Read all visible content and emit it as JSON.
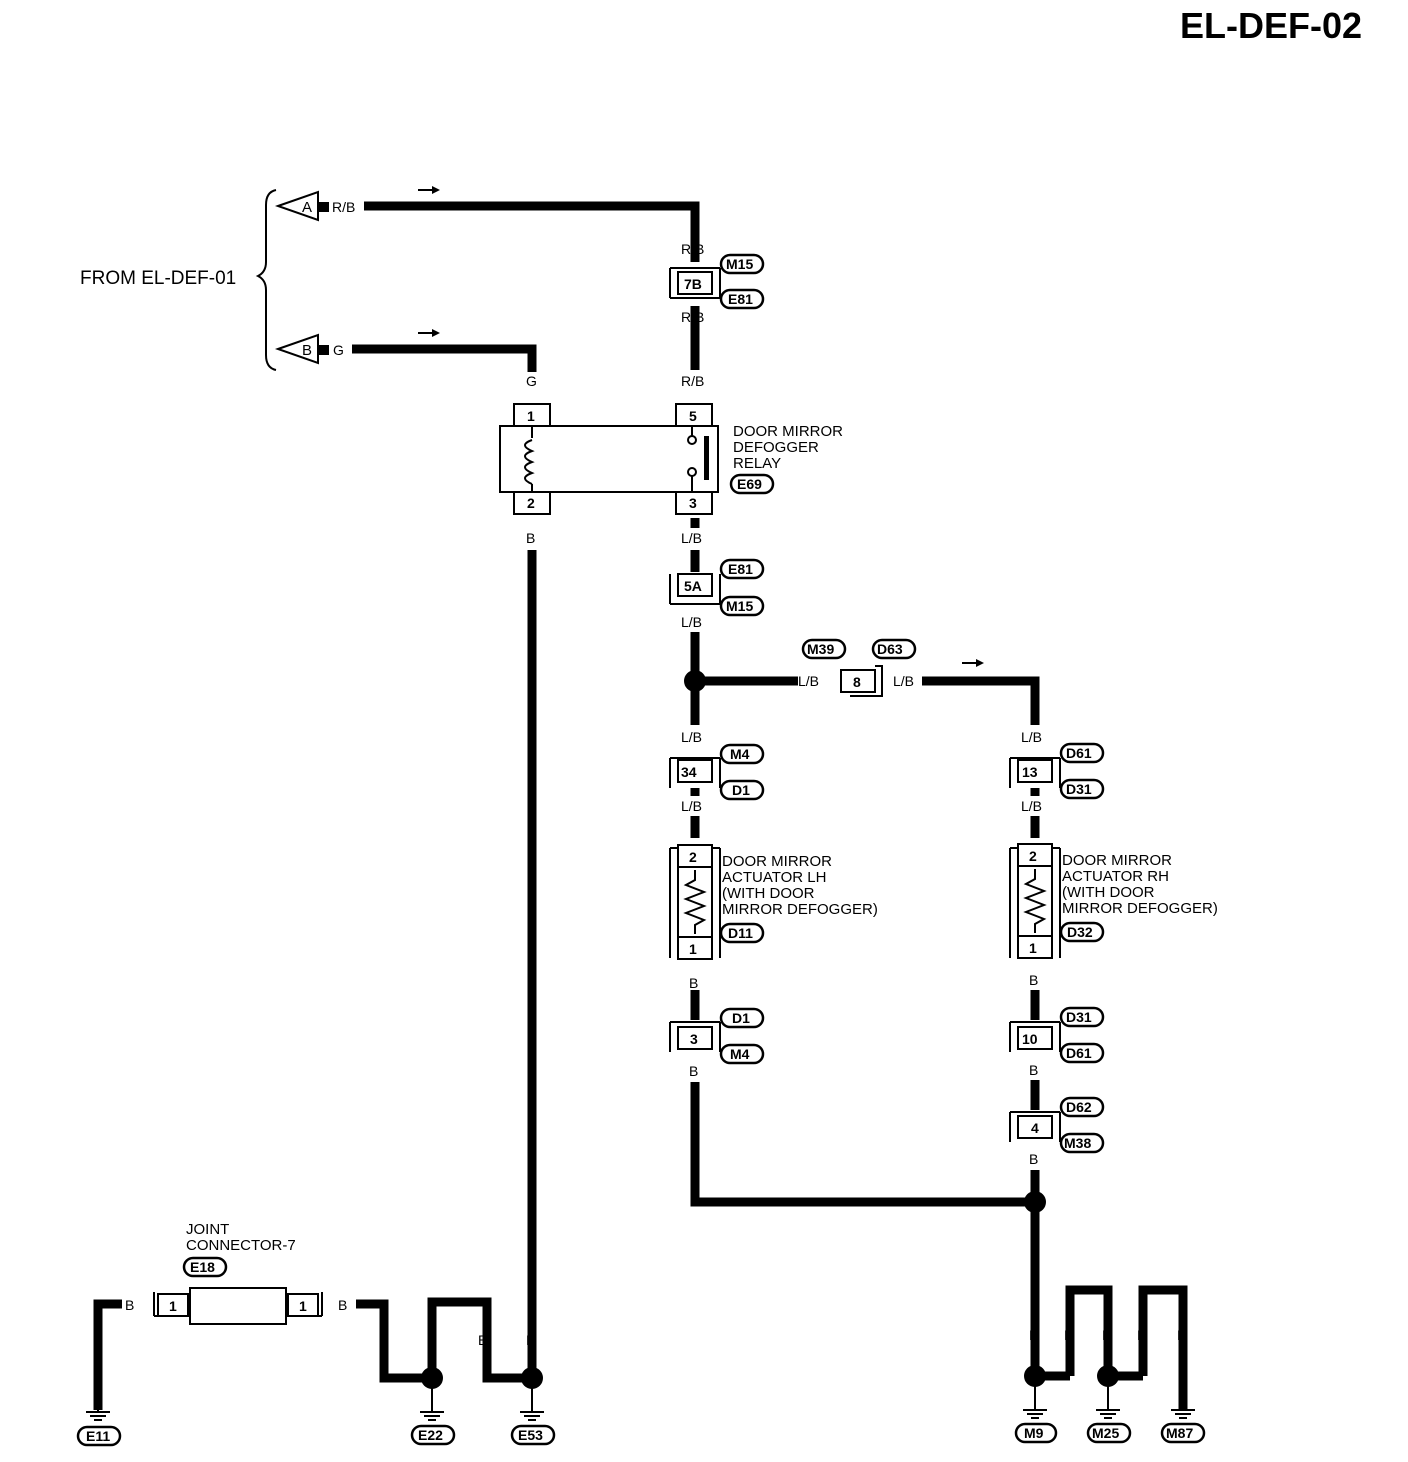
{
  "page_title": "EL-DEF-02",
  "from_label": "FROM EL-DEF-01",
  "inputs": {
    "a": "A",
    "b": "B"
  },
  "wire_colors": {
    "rb": "R/B",
    "g": "G",
    "lb": "L/B",
    "b": "B"
  },
  "relay": {
    "name": [
      "DOOR MIRROR",
      "DEFOGGER",
      "RELAY"
    ],
    "connector": "E69",
    "pins": [
      "1",
      "2",
      "5",
      "3"
    ]
  },
  "actuator_lh": {
    "name": [
      "DOOR MIRROR",
      "ACTUATOR LH",
      "(WITH DOOR",
      "MIRROR DEFOGGER)"
    ],
    "connector": "D11",
    "pins": [
      "2",
      "1"
    ]
  },
  "actuator_rh": {
    "name": [
      "DOOR MIRROR",
      "ACTUATOR RH",
      "(WITH DOOR",
      "MIRROR DEFOGGER)"
    ],
    "connector": "D32",
    "pins": [
      "2",
      "1"
    ]
  },
  "joint": {
    "name": [
      "JOINT",
      "CONNECTOR-7"
    ],
    "connector": "E18",
    "pins": [
      "1",
      "1"
    ]
  },
  "inline_connectors": {
    "c7b": {
      "pin": "7B",
      "top": "M15",
      "bottom": "E81"
    },
    "c5a": {
      "pin": "5A",
      "top": "E81",
      "bottom": "M15"
    },
    "c8": {
      "pin": "8",
      "left": "M39",
      "right": "D63"
    },
    "c34": {
      "pin": "34",
      "top": "M4",
      "bottom": "D1"
    },
    "c13": {
      "pin": "13",
      "top": "D61",
      "bottom": "D31"
    },
    "c3": {
      "pin": "3",
      "top": "D1",
      "bottom": "M4"
    },
    "c10": {
      "pin": "10",
      "top": "D31",
      "bottom": "D61"
    },
    "c4": {
      "pin": "4",
      "top": "D62",
      "bottom": "M38"
    }
  },
  "grounds": [
    "E11",
    "E22",
    "E53",
    "M9",
    "M25",
    "M87"
  ]
}
